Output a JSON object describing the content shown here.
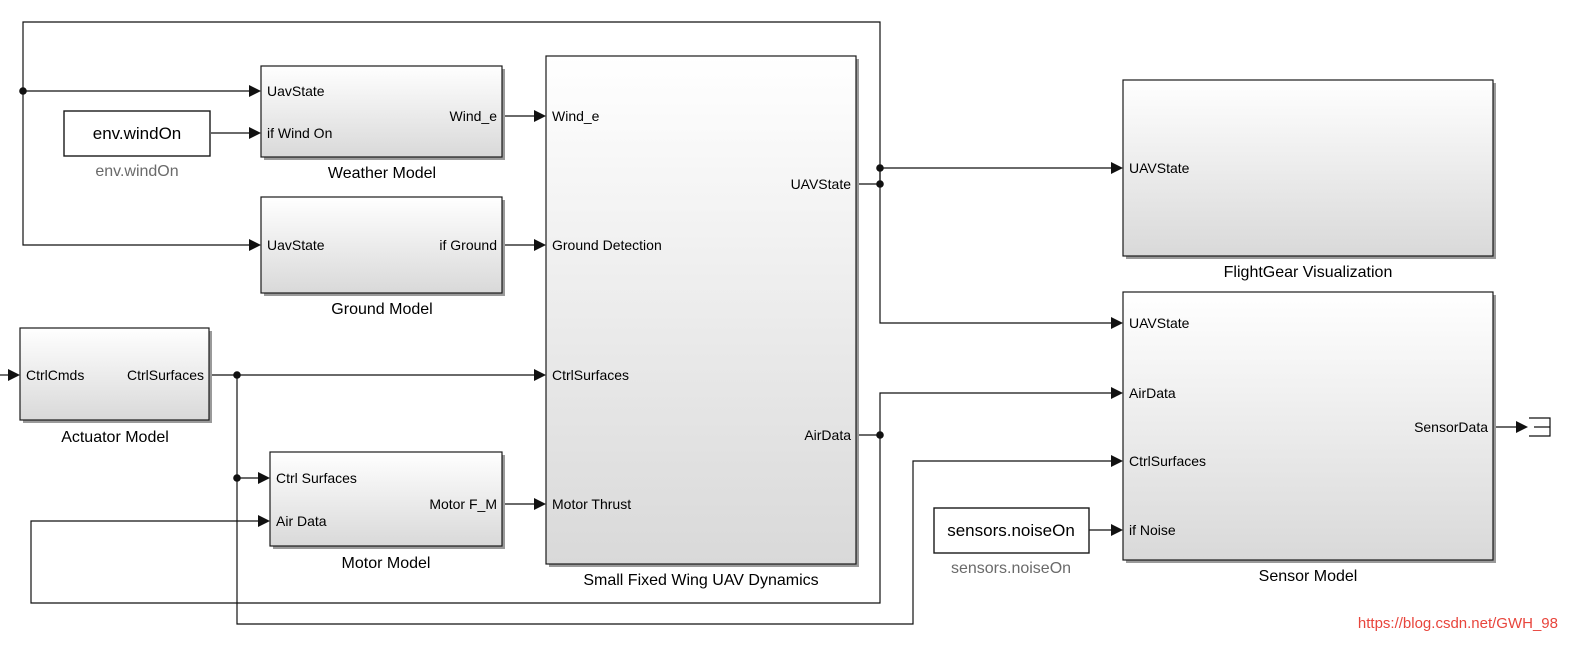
{
  "blocks": {
    "weather": {
      "label": "Weather Model",
      "in1": "UavState",
      "in2": "if Wind On",
      "out": "Wind_e"
    },
    "ground": {
      "label": "Ground Model",
      "in": "UavState",
      "out": "if Ground"
    },
    "actuator": {
      "label": "Actuator Model",
      "in": "CtrlCmds",
      "out": "CtrlSurfaces"
    },
    "motor": {
      "label": "Motor Model",
      "in1": "Ctrl Surfaces",
      "in2": "Air Data",
      "out": "Motor F_M"
    },
    "dynamics": {
      "label": "Small Fixed Wing UAV Dynamics",
      "in1": "Wind_e",
      "in2": "Ground Detection",
      "in3": "CtrlSurfaces",
      "in4": "Motor Thrust",
      "out1": "UAVState",
      "out2": "AirData"
    },
    "flightgear": {
      "label": "FlightGear Visualization",
      "in": "UAVState"
    },
    "sensor": {
      "label": "Sensor Model",
      "in1": "UAVState",
      "in2": "AirData",
      "in3": "CtrlSurfaces",
      "in4": "if Noise",
      "out": "SensorData"
    }
  },
  "constants": {
    "wind": {
      "value": "env.windOn",
      "label": "env.windOn"
    },
    "noise": {
      "value": "sensors.noiseOn",
      "label": "sensors.noiseOn"
    }
  },
  "watermark": "https://blog.csdn.net/GWH_98"
}
